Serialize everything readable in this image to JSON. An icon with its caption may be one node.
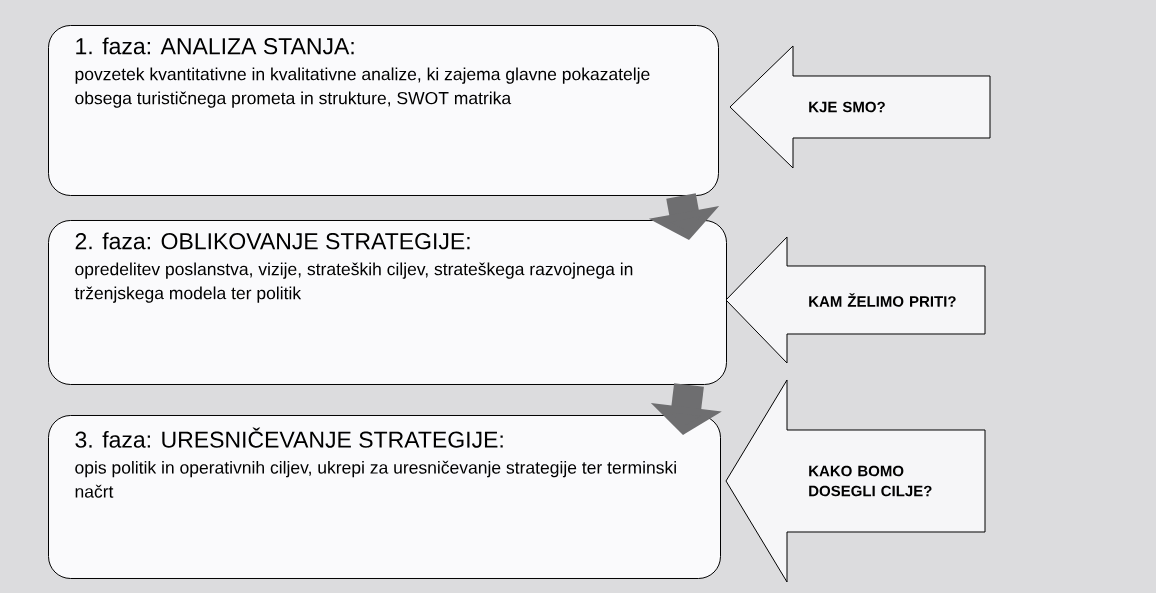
{
  "diagram": {
    "nodes": [
      {
        "text": [
          "1. faza: ANALIZA STANJA:",
          "povzetek kvantitativne in kvalitativne analize, ki zajema glavne pokazatelje obsega turističnega prometa in strukture, SWOT matrika"
        ]
      },
      {
        "text": [
          "2. faza: OBLIKOVANJE STRATEGIJE:",
          "opredelitev poslanstva, vizije, strateških ciljev, strateškega razvojnega in trženjskega modela ter politik"
        ]
      },
      {
        "text": [
          "3. faza: URESNIČEVANJE STRATEGIJE:",
          "opis politik in operativnih ciljev, ukrepi za uresničevanje strategije ter terminski načrt"
        ]
      },
      {
        "text": [
          "KJE SMO?"
        ]
      },
      {
        "text": [
          "KAM ŽELIMO PRITI?"
        ]
      },
      {
        "text": [
          "KAKO BOMO DOSEGLI CILJE?"
        ]
      }
    ],
    "edges": [
      {
        "from": 0,
        "to": 1,
        "arrow": "to"
      },
      {
        "from": 1,
        "to": 2,
        "arrow": "to"
      }
    ]
  }
}
